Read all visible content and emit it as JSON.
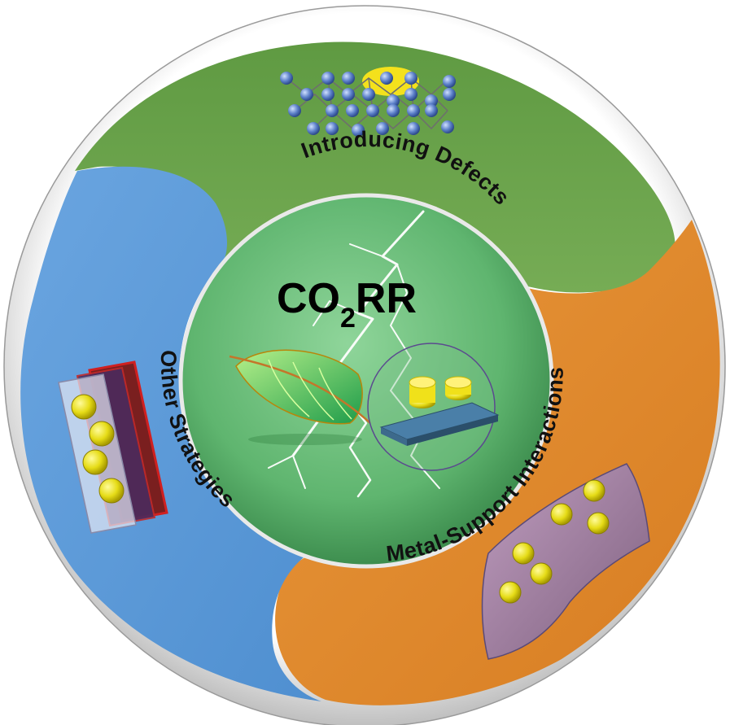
{
  "center": {
    "label_main": "CO",
    "label_sub": "2",
    "label_tail": "RR"
  },
  "sectors": {
    "defects": {
      "label": "Introducing Defects",
      "color": "#67a04a"
    },
    "msi": {
      "label": "Metal-Support Interactions",
      "color": "#e08a2e"
    },
    "other": {
      "label": "Other Strategies",
      "color": "#5b9ad8"
    }
  },
  "colors": {
    "center": "#5fb56f",
    "rim": "#f2f2f2",
    "lightning": "#ffffff",
    "atom": "#5b7fc8",
    "highlight": "#f4e11c"
  },
  "icons": {
    "lattice": "lattice-defect-icon",
    "catalyst": "supported-particles-icon",
    "layers": "layered-sheets-icon",
    "leaf": "leaf-icon",
    "lightning": "lightning-icon",
    "magnifier": "magnified-catalyst-icon"
  }
}
